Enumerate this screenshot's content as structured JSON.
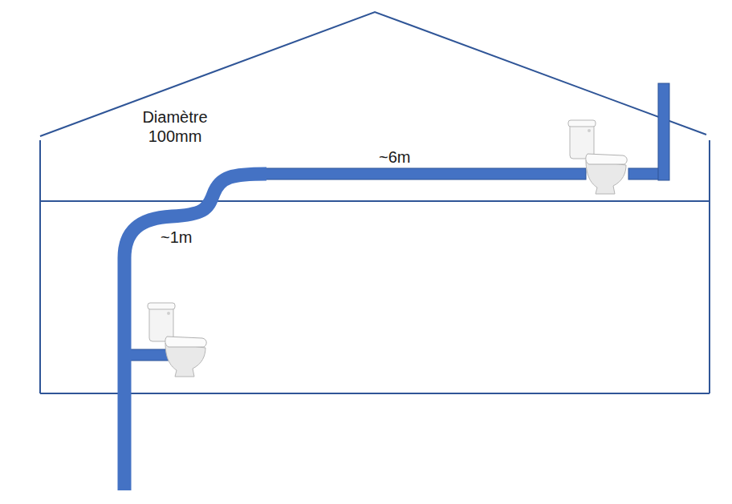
{
  "diagram": {
    "labels": [
      "Diamètre 100mm",
      "~6m",
      "~1m"
    ]
  }
}
